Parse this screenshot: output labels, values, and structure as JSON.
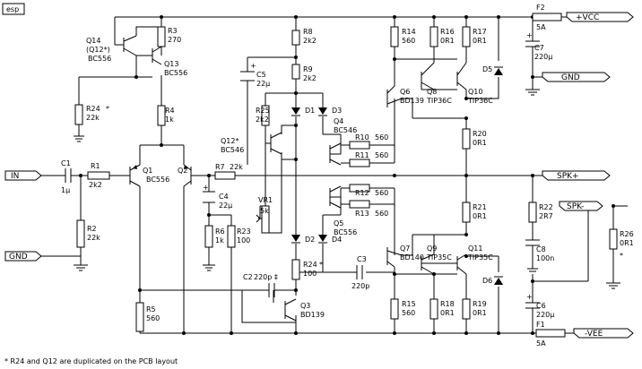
{
  "logo": "esp",
  "ports": {
    "in": "IN",
    "gnd_in": "GND",
    "vcc": "+VCC",
    "gnd_out": "GND",
    "spk_pos": "SPK+",
    "spk_neg": "SPK-",
    "vee": "-VEE"
  },
  "fuses": {
    "f2": {
      "ref": "F2",
      "value": "5A"
    },
    "f1": {
      "ref": "F1",
      "value": "5A"
    }
  },
  "resistors": {
    "r1": {
      "ref": "R1",
      "value": "2k2"
    },
    "r2": {
      "ref": "R2",
      "value": "22k"
    },
    "r3": {
      "ref": "R3",
      "value": "270"
    },
    "r4": {
      "ref": "R4",
      "value": "1k"
    },
    "r5": {
      "ref": "R5",
      "value": "560"
    },
    "r6": {
      "ref": "R6",
      "value": "1k"
    },
    "r7": {
      "ref": "R7",
      "value": "22k"
    },
    "r8": {
      "ref": "R8",
      "value": "2k2"
    },
    "r9": {
      "ref": "R9",
      "value": "2k2"
    },
    "r10": {
      "ref": "R10",
      "value": "560"
    },
    "r11": {
      "ref": "R11",
      "value": "560"
    },
    "r12": {
      "ref": "R12",
      "value": "560"
    },
    "r13": {
      "ref": "R13",
      "value": "560"
    },
    "r14": {
      "ref": "R14",
      "value": "560"
    },
    "r15": {
      "ref": "R15",
      "value": "560"
    },
    "r16": {
      "ref": "R16",
      "value": "0R1"
    },
    "r17": {
      "ref": "R17",
      "value": "0R1"
    },
    "r18": {
      "ref": "R18",
      "value": "0R1"
    },
    "r19": {
      "ref": "R19",
      "value": "0R1"
    },
    "r20": {
      "ref": "R20",
      "value": "0R1"
    },
    "r21": {
      "ref": "R21",
      "value": "0R1"
    },
    "r22": {
      "ref": "R22",
      "value": "2R7"
    },
    "r23": {
      "ref": "R23",
      "value": "100"
    },
    "r24a": {
      "ref": "R24",
      "mark": "*",
      "value": "22k"
    },
    "r24b": {
      "ref": "R24",
      "mark": "*",
      "value": "100"
    },
    "r25": {
      "ref": "R25",
      "value": "2k2"
    },
    "r26": {
      "ref": "R26",
      "value": "0R1",
      "mark": "*"
    },
    "vr1": {
      "ref": "VR1",
      "value": "5k"
    }
  },
  "capacitors": {
    "c1": {
      "ref": "C1",
      "value": "1µ"
    },
    "c2": {
      "ref": "C2",
      "value": "220p ‡"
    },
    "c3": {
      "ref": "C3",
      "value": "220p"
    },
    "c4": {
      "ref": "C4",
      "value": "22µ"
    },
    "c5": {
      "ref": "C5",
      "value": "22µ"
    },
    "c6": {
      "ref": "C6",
      "value": "220µ"
    },
    "c7": {
      "ref": "C7",
      "value": "220µ"
    },
    "c8": {
      "ref": "C8",
      "value": "100n"
    }
  },
  "diodes": {
    "d1": "D1",
    "d2": "D2",
    "d3": "D3",
    "d4": "D4",
    "d5": "D5",
    "d6": "D6"
  },
  "transistors": {
    "q1": {
      "ref": "Q1",
      "type": "BC556"
    },
    "q2": {
      "ref": "Q2"
    },
    "q3": {
      "ref": "Q3",
      "type": "BD139"
    },
    "q4": {
      "ref": "Q4",
      "type": "BC546"
    },
    "q5": {
      "ref": "Q5",
      "type": "BC556"
    },
    "q6": {
      "ref": "Q6",
      "type": "BD139"
    },
    "q7": {
      "ref": "Q7",
      "type": "BD140"
    },
    "q8": {
      "ref": "Q8",
      "type": "TIP36C"
    },
    "q9": {
      "ref": "Q9",
      "type": "TIP35C"
    },
    "q10": {
      "ref": "Q10",
      "type": "TIP36C"
    },
    "q11": {
      "ref": "Q11",
      "type": "TIP35C"
    },
    "q12": {
      "ref": "Q12*",
      "type": "BC546"
    },
    "q13": {
      "ref": "Q13",
      "type": "BC556"
    },
    "q14": {
      "ref": "Q14",
      "alt": "(Q12*)",
      "type": "BC556"
    }
  },
  "footnote": "* R24 and Q12 are duplicated on the PCB layout"
}
